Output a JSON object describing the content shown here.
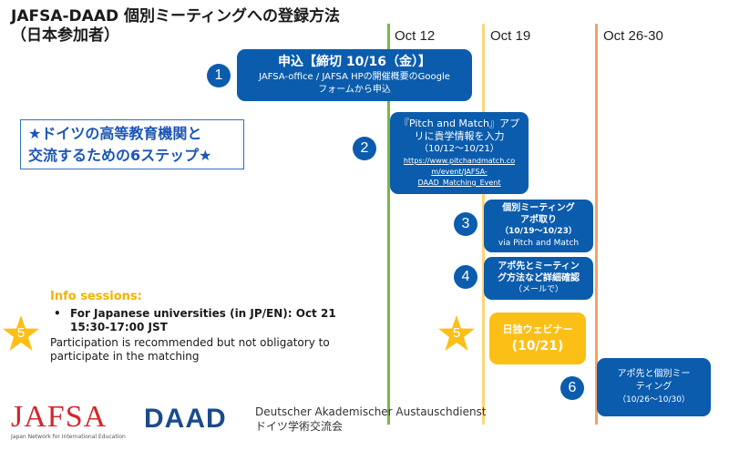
{
  "title": {
    "line1": "JAFSA-DAAD 個別ミーティングへの登録方法",
    "line2": "（日本参加者）"
  },
  "columns": [
    {
      "label": "Oct 12",
      "color": "#7ab648"
    },
    {
      "label": "Oct 19",
      "color": "#fbd67a"
    },
    {
      "label": "Oct 26-30",
      "color": "#f4a26a"
    }
  ],
  "steps_intro": {
    "line1": "★ドイツの高等教育機関と",
    "line2": "交流するための6ステップ★"
  },
  "steps": [
    {
      "number": "1",
      "lines": [
        "申込【締切 10/16（金）】",
        "JAFSA-office / JAFSA HPの開催概要のGoogle",
        "フォームから申込"
      ]
    },
    {
      "number": "2",
      "lines": [
        "『Pitch and Match』アプ",
        "リに貴学情報を入力",
        "（10/12〜10/21）",
        "https://www.pitchandmatch.co",
        "m/event/JAFSA-",
        "DAAD_Matching_Event"
      ]
    },
    {
      "number": "3",
      "lines": [
        "個別ミーティング",
        "アポ取り",
        "（10/19〜10/23）",
        "via Pitch and Match"
      ]
    },
    {
      "number": "4",
      "lines": [
        "アポ先とミーティン",
        "グ方法など詳細確認",
        "（メールで）"
      ]
    },
    {
      "number": "5",
      "lines": [
        "日独ウェビナー",
        "(10/21)"
      ]
    },
    {
      "number": "6",
      "lines": [
        "アポ先と個別ミー",
        "ティング",
        "（10/26〜10/30）"
      ]
    }
  ],
  "info": {
    "heading": "Info sessions:",
    "bullet_line1": "For Japanese universities (in JP/EN): Oct 21",
    "bullet_line2": "15:30-17:00 JST",
    "note_line1": "Participation is recommended but not obligatory to",
    "note_line2": "participate in the matching"
  },
  "logos": {
    "jafsa_word": "JAFSA",
    "jafsa_tagline": "Japan Network for International Education",
    "daad_word": "DAAD",
    "daad_full_line1": "Deutscher Akademischer Austauschdienst",
    "daad_full_line2": "ドイツ学術交流会"
  },
  "colors": {
    "step_blue": "#0b5cad",
    "star_gold": "#fbbf16",
    "jafsa_red": "#d3272c",
    "daad_navy": "#1a4b8c"
  }
}
